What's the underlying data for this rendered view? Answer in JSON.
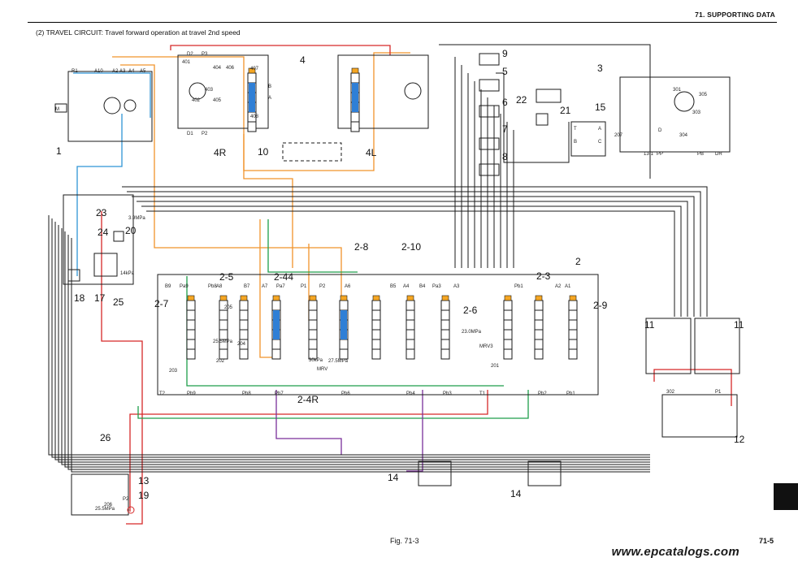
{
  "header": {
    "section": "71. SUPPORTING DATA"
  },
  "caption": "(2)  TRAVEL CIRCUIT: Travel forward operation at travel 2nd speed",
  "footer": {
    "figure": "Fig. 71-3",
    "page": "71-5",
    "watermark": "www.epcatalogs.com"
  },
  "colors": {
    "blue": "#2f95d6",
    "orange": "#f0932b",
    "red": "#d62828",
    "green": "#1e9e4a",
    "purple": "#7a2f9a",
    "black": "#1a1a1a",
    "accent": "#2f7fd6"
  },
  "callouts": [
    "1",
    "2",
    "2-3",
    "2-4R",
    "2-5",
    "2-6",
    "2-7",
    "2-8",
    "2-9",
    "2-10",
    "2-44",
    "3",
    "4",
    "4R",
    "4L",
    "5",
    "6",
    "7",
    "8",
    "9",
    "10",
    "11",
    "11",
    "12",
    "13",
    "14",
    "14",
    "15",
    "17",
    "18",
    "19",
    "20",
    "21",
    "22",
    "23",
    "24",
    "25",
    "26"
  ],
  "small_labels": [
    "M",
    "R1",
    "A10",
    "A2",
    "A3",
    "A4",
    "A5",
    "D2",
    "P3",
    "D1",
    "P2",
    "B",
    "A",
    "401",
    "402",
    "403",
    "404",
    "405",
    "406",
    "407",
    "408",
    "B9",
    "Pa9",
    "Pb8",
    "A8",
    "B7",
    "A7",
    "Pa7",
    "P1",
    "P2",
    "A6",
    "B5",
    "A4",
    "B4",
    "Pa3",
    "A3",
    "Pb1",
    "A2",
    "A1",
    "T2",
    "T1",
    "Pb9",
    "Pb8",
    "Pb7",
    "Pb6",
    "Pb4",
    "Pb3",
    "Pb2",
    "Pb1",
    "MRV",
    "MRV3",
    "25.5MPa",
    "27.5MPa",
    "23.0MPa",
    "25.5MPa",
    "3.9MPa",
    "14kPa",
    "30kPa",
    "201",
    "202",
    "203",
    "204",
    "205",
    "206",
    "207",
    "13-1",
    "PP",
    "PB",
    "DR",
    "T",
    "A",
    "B",
    "C",
    "D",
    "303",
    "304",
    "305",
    "301",
    "302",
    "P1",
    "P2",
    "T1"
  ]
}
